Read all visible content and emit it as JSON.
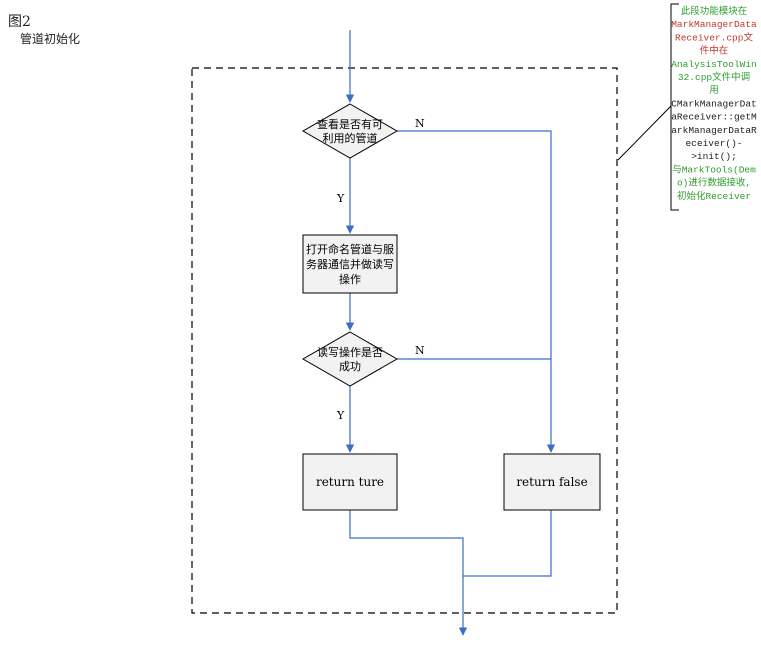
{
  "figure": {
    "number": "图2",
    "caption": "管道初始化"
  },
  "nodes": {
    "check_pipe": {
      "lines": [
        "查看是否有可",
        "利用的管道"
      ]
    },
    "open_pipe": {
      "lines": [
        "打开命名管道与服",
        "务器通信并做读写",
        "操作"
      ]
    },
    "rw_success": {
      "lines": [
        "读写操作是否",
        "成功"
      ]
    },
    "return_true": {
      "label": "return ture"
    },
    "return_false": {
      "label": "return false"
    }
  },
  "edge_labels": {
    "check_no": "N",
    "check_yes": "Y",
    "rw_no": "N",
    "rw_yes": "Y"
  },
  "note": {
    "lines": [
      {
        "text": "此段功能模块在",
        "color": "green"
      },
      {
        "text": "MarkManagerData",
        "color": "red"
      },
      {
        "text": "Receiver.cpp文",
        "color": "red"
      },
      {
        "text": "件中在",
        "color": "red"
      },
      {
        "text": "AnalysisToolWin",
        "color": "green"
      },
      {
        "text": "32.cpp文件中调",
        "color": "green"
      },
      {
        "text": "用",
        "color": "green"
      },
      {
        "text": "CMarkManagerDat",
        "color": "black"
      },
      {
        "text": "aReceiver::getM",
        "color": "black"
      },
      {
        "text": "arkManagerDataR",
        "color": "black"
      },
      {
        "text": "eceiver()-",
        "color": "black"
      },
      {
        "text": ">init();",
        "color": "black"
      },
      {
        "text": "与MarkTools(Dem",
        "color": "green"
      },
      {
        "text": "o)进行数据接收,",
        "color": "green"
      },
      {
        "text": "初始化Receiver",
        "color": "green"
      }
    ]
  },
  "colors": {
    "arrow": "#3a6fc4",
    "box_fill": "#f2f2f2",
    "note_red": "#c0392b",
    "note_green": "#2e9d2e",
    "note_black": "#222222"
  }
}
